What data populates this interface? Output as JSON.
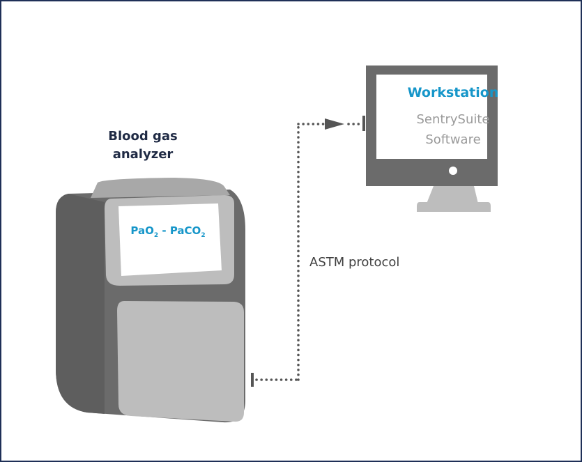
{
  "colors": {
    "border": "#1f3057",
    "accent": "#1696c9",
    "device_dark": "#6b6b6b",
    "device_light": "#bdbdbd",
    "screen": "#ffffff",
    "connector": "#555555"
  },
  "analyzer": {
    "title": "Blood gas analyzer",
    "screen_reading": {
      "pao2_base": "PaO",
      "pao2_sub": "2",
      "separator": " - ",
      "paco2_base": "PaCO",
      "paco2_sub": "2"
    }
  },
  "workstation": {
    "title": "Workstation",
    "line2": "SentrySuite",
    "line3": "Software"
  },
  "connection": {
    "label": "ASTM protocol"
  },
  "icons": [
    "blood-gas-analyzer-icon",
    "monitor-icon",
    "arrow-head-icon"
  ]
}
